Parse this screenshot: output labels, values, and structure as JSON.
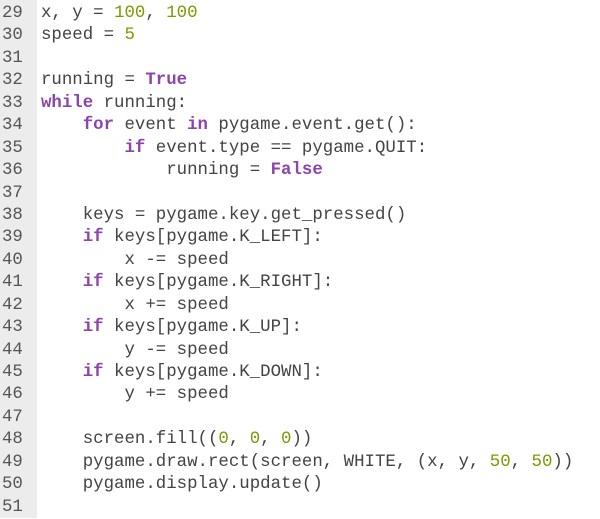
{
  "colors": {
    "keyword": "#8e44ad",
    "number": "#7a9a01",
    "text": "#444444",
    "gutter": "#ececec"
  },
  "lines": [
    {
      "num": "29",
      "tokens": [
        {
          "t": "x, y = ",
          "c": ""
        },
        {
          "t": "100",
          "c": "num"
        },
        {
          "t": ", ",
          "c": ""
        },
        {
          "t": "100",
          "c": "num"
        }
      ]
    },
    {
      "num": "30",
      "tokens": [
        {
          "t": "speed = ",
          "c": ""
        },
        {
          "t": "5",
          "c": "num"
        }
      ]
    },
    {
      "num": "31",
      "tokens": []
    },
    {
      "num": "32",
      "tokens": [
        {
          "t": "running = ",
          "c": ""
        },
        {
          "t": "True",
          "c": "kw"
        }
      ]
    },
    {
      "num": "33",
      "tokens": [
        {
          "t": "while",
          "c": "kw"
        },
        {
          "t": " running:",
          "c": ""
        }
      ]
    },
    {
      "num": "34",
      "tokens": [
        {
          "t": "    ",
          "c": ""
        },
        {
          "t": "for",
          "c": "kw"
        },
        {
          "t": " event ",
          "c": ""
        },
        {
          "t": "in",
          "c": "kw"
        },
        {
          "t": " pygame.event.get():",
          "c": ""
        }
      ]
    },
    {
      "num": "35",
      "tokens": [
        {
          "t": "        ",
          "c": ""
        },
        {
          "t": "if",
          "c": "kw"
        },
        {
          "t": " event.type == pygame.QUIT:",
          "c": ""
        }
      ]
    },
    {
      "num": "36",
      "tokens": [
        {
          "t": "            running = ",
          "c": ""
        },
        {
          "t": "False",
          "c": "kw"
        }
      ]
    },
    {
      "num": "37",
      "tokens": []
    },
    {
      "num": "38",
      "tokens": [
        {
          "t": "    keys = pygame.key.get_pressed()",
          "c": ""
        }
      ]
    },
    {
      "num": "39",
      "tokens": [
        {
          "t": "    ",
          "c": ""
        },
        {
          "t": "if",
          "c": "kw"
        },
        {
          "t": " keys[pygame.K_LEFT]:",
          "c": ""
        }
      ]
    },
    {
      "num": "40",
      "tokens": [
        {
          "t": "        x -= speed",
          "c": ""
        }
      ]
    },
    {
      "num": "41",
      "tokens": [
        {
          "t": "    ",
          "c": ""
        },
        {
          "t": "if",
          "c": "kw"
        },
        {
          "t": " keys[pygame.K_RIGHT]:",
          "c": ""
        }
      ]
    },
    {
      "num": "42",
      "tokens": [
        {
          "t": "        x += speed",
          "c": ""
        }
      ]
    },
    {
      "num": "43",
      "tokens": [
        {
          "t": "    ",
          "c": ""
        },
        {
          "t": "if",
          "c": "kw"
        },
        {
          "t": " keys[pygame.K_UP]:",
          "c": ""
        }
      ]
    },
    {
      "num": "44",
      "tokens": [
        {
          "t": "        y -= speed",
          "c": ""
        }
      ]
    },
    {
      "num": "45",
      "tokens": [
        {
          "t": "    ",
          "c": ""
        },
        {
          "t": "if",
          "c": "kw"
        },
        {
          "t": " keys[pygame.K_DOWN]:",
          "c": ""
        }
      ]
    },
    {
      "num": "46",
      "tokens": [
        {
          "t": "        y += speed",
          "c": ""
        }
      ]
    },
    {
      "num": "47",
      "tokens": []
    },
    {
      "num": "48",
      "tokens": [
        {
          "t": "    screen.fill((",
          "c": ""
        },
        {
          "t": "0",
          "c": "num"
        },
        {
          "t": ", ",
          "c": ""
        },
        {
          "t": "0",
          "c": "num"
        },
        {
          "t": ", ",
          "c": ""
        },
        {
          "t": "0",
          "c": "num"
        },
        {
          "t": "))",
          "c": ""
        }
      ]
    },
    {
      "num": "49",
      "tokens": [
        {
          "t": "    pygame.draw.rect(screen, WHITE, (x, y, ",
          "c": ""
        },
        {
          "t": "50",
          "c": "num"
        },
        {
          "t": ", ",
          "c": ""
        },
        {
          "t": "50",
          "c": "num"
        },
        {
          "t": "))",
          "c": ""
        }
      ]
    },
    {
      "num": "50",
      "tokens": [
        {
          "t": "    pygame.display.update()",
          "c": ""
        }
      ]
    },
    {
      "num": "51",
      "tokens": []
    }
  ]
}
